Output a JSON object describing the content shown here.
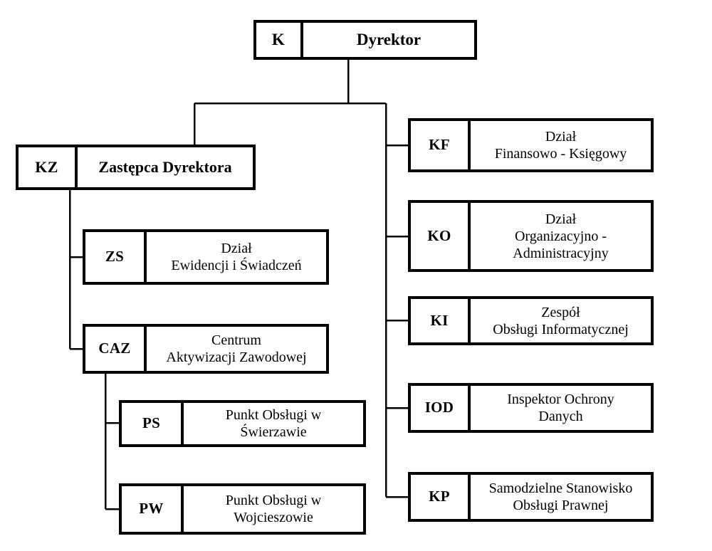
{
  "diagram": {
    "type": "organizational-chart",
    "orientation": "top-down",
    "line_color": "#000000",
    "box_border_color": "#000000",
    "box_fill_color": "#ffffff",
    "text_color": "#000000"
  },
  "nodes": {
    "dyrektor": {
      "code": "K",
      "name": "Dyrektor"
    },
    "zastepca": {
      "code": "KZ",
      "name": "Zastępca Dyrektora"
    },
    "zs": {
      "code": "ZS",
      "name": "Dział\nEwidencji i Świadczeń"
    },
    "caz": {
      "code": "CAZ",
      "name": "Centrum\nAktywizacji Zawodowej"
    },
    "ps": {
      "code": "PS",
      "name": "Punkt Obsługi w\nŚwierzawie"
    },
    "pw": {
      "code": "PW",
      "name": "Punkt Obsługi w\nWojcieszowie"
    },
    "kf": {
      "code": "KF",
      "name": "Dział\nFinansowo - Księgowy"
    },
    "ko": {
      "code": "KO",
      "name": "Dział\nOrganizacyjno -\nAdministracyjny"
    },
    "ki": {
      "code": "KI",
      "name": "Zespół\nObsługi Informatycznej"
    },
    "iod": {
      "code": "IOD",
      "name": "Inspektor Ochrony\nDanych"
    },
    "kp": {
      "code": "KP",
      "name": "Samodzielne Stanowisko\nObsługi Prawnej"
    }
  }
}
